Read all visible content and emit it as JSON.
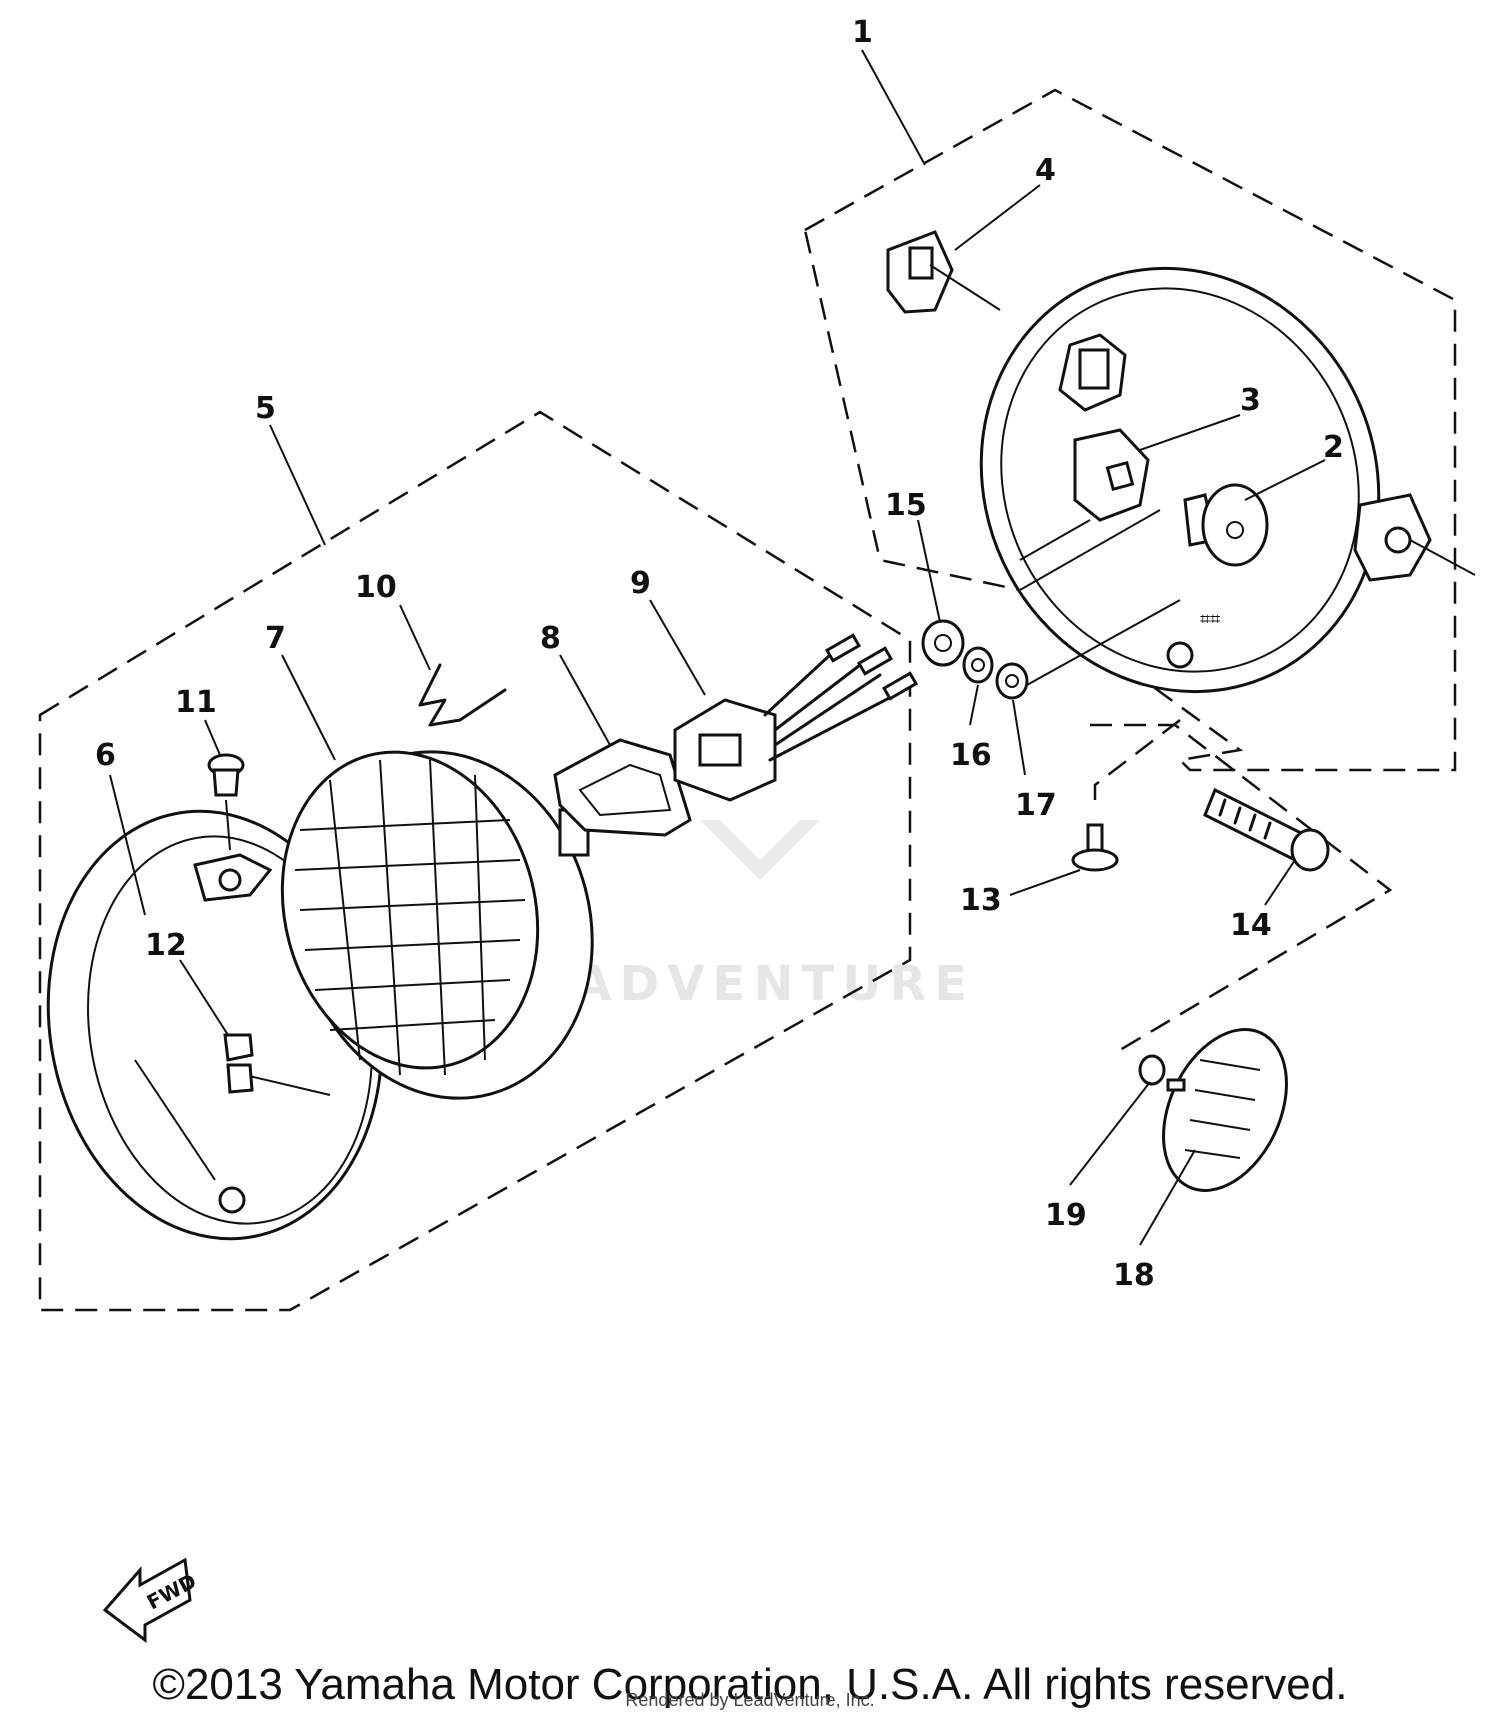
{
  "watermark": {
    "text": "LEADVENTURE"
  },
  "callouts": [
    {
      "id": "1",
      "label": "1"
    },
    {
      "id": "2",
      "label": "2"
    },
    {
      "id": "3",
      "label": "3"
    },
    {
      "id": "4",
      "label": "4"
    },
    {
      "id": "5",
      "label": "5"
    },
    {
      "id": "6",
      "label": "6"
    },
    {
      "id": "7",
      "label": "7"
    },
    {
      "id": "8",
      "label": "8"
    },
    {
      "id": "9",
      "label": "9"
    },
    {
      "id": "10",
      "label": "10"
    },
    {
      "id": "11",
      "label": "11"
    },
    {
      "id": "12",
      "label": "12"
    },
    {
      "id": "13",
      "label": "13"
    },
    {
      "id": "14",
      "label": "14"
    },
    {
      "id": "15",
      "label": "15"
    },
    {
      "id": "16",
      "label": "16"
    },
    {
      "id": "17",
      "label": "17"
    },
    {
      "id": "18",
      "label": "18"
    },
    {
      "id": "19",
      "label": "19"
    }
  ],
  "fwd_label": "FWD",
  "footer": {
    "copyright": "©2013 Yamaha Motor Corporation, U.S.A. All rights reserved.",
    "rendered_by": "Rendered by LeadVenture, Inc."
  }
}
